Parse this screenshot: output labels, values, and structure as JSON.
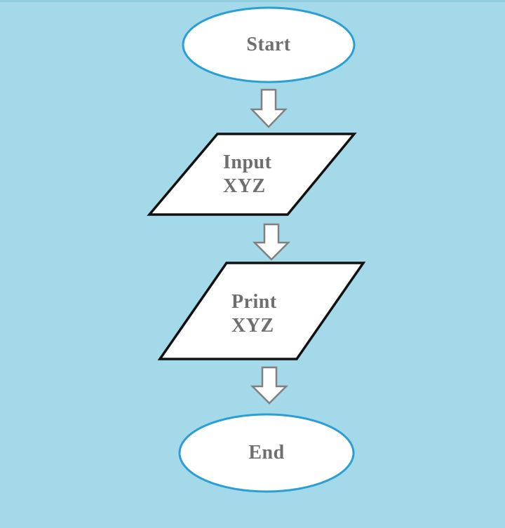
{
  "flowchart": {
    "description": "Simple vertical flowchart on light blue background: Start, Input XYZ, Print XYZ, End",
    "nodes": [
      {
        "id": "start",
        "shape": "terminator-ellipse",
        "label": "Start"
      },
      {
        "id": "input",
        "shape": "input-output-parallelogram",
        "label": "Input\nXYZ"
      },
      {
        "id": "print",
        "shape": "input-output-parallelogram",
        "label": "Print\nXYZ"
      },
      {
        "id": "end",
        "shape": "terminator-ellipse",
        "label": "End"
      }
    ],
    "connectors": [
      {
        "from": "start",
        "to": "input",
        "style": "block-arrow-down"
      },
      {
        "from": "input",
        "to": "print",
        "style": "block-arrow-down"
      },
      {
        "from": "print",
        "to": "end",
        "style": "block-arrow-down"
      }
    ]
  },
  "colors": {
    "background": "#a3d9e8",
    "shape_fill": "#ffffff",
    "terminator_stroke": "#2b9fd4",
    "parallelogram_stroke": "#111111",
    "arrow_fill": "#ffffff",
    "arrow_stroke": "#808080",
    "label_text": "#6e6e6e"
  }
}
